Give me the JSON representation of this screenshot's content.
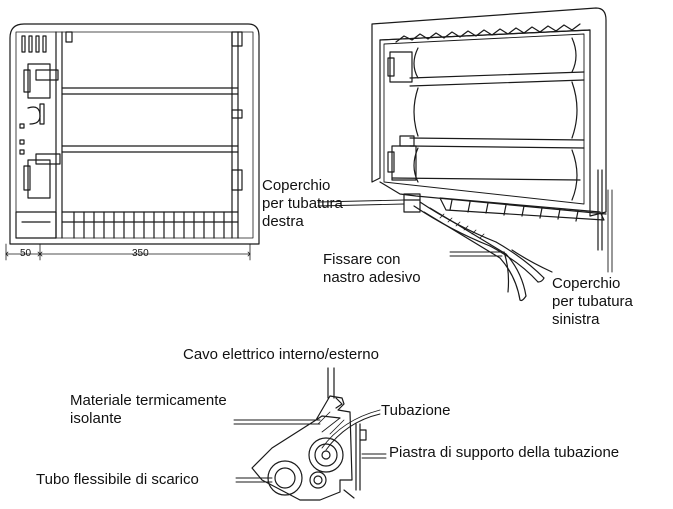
{
  "labels": {
    "right_cover": "Coperchio\nper tubatura\ndestra",
    "fix_tape": "Fissare con\nnastro adesivo",
    "left_cover": "Coperchio\nper tubatura\nsinistra",
    "cable": "Cavo elettrico interno/esterno",
    "insulation": "Materiale termicamente\nisolante",
    "piping": "Tubazione",
    "plate": "Piastra di supporto della tubazione",
    "drain_hose": "Tubo flessibile di scarico"
  },
  "dimensions": {
    "left_offset": "50",
    "width": "350"
  },
  "colors": {
    "line": "#1a1a1a"
  }
}
